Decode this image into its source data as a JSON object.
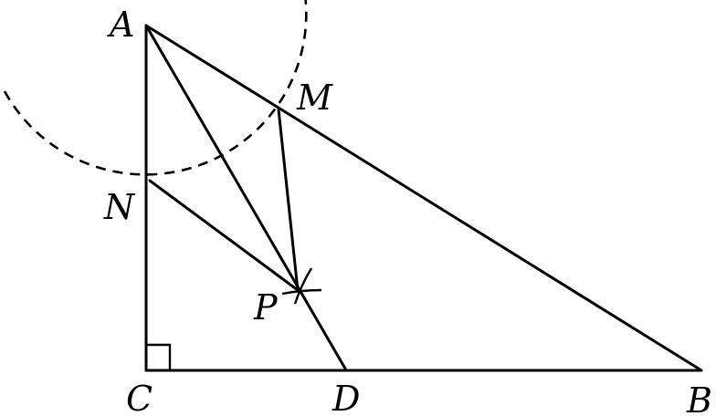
{
  "figure": {
    "points": [
      {
        "id": "A",
        "label": "A"
      },
      {
        "id": "B",
        "label": "B"
      },
      {
        "id": "C",
        "label": "C"
      },
      {
        "id": "D",
        "label": "D"
      },
      {
        "id": "M",
        "label": "M"
      },
      {
        "id": "N",
        "label": "N"
      },
      {
        "id": "P",
        "label": "P"
      }
    ],
    "segments": [
      "AB",
      "AC",
      "CB",
      "AD",
      "PM",
      "PN"
    ],
    "right_angle_at": "C",
    "construction": {
      "arc_center": "A",
      "arc_style": "dashed",
      "intersection_arcs_at": "P"
    }
  }
}
